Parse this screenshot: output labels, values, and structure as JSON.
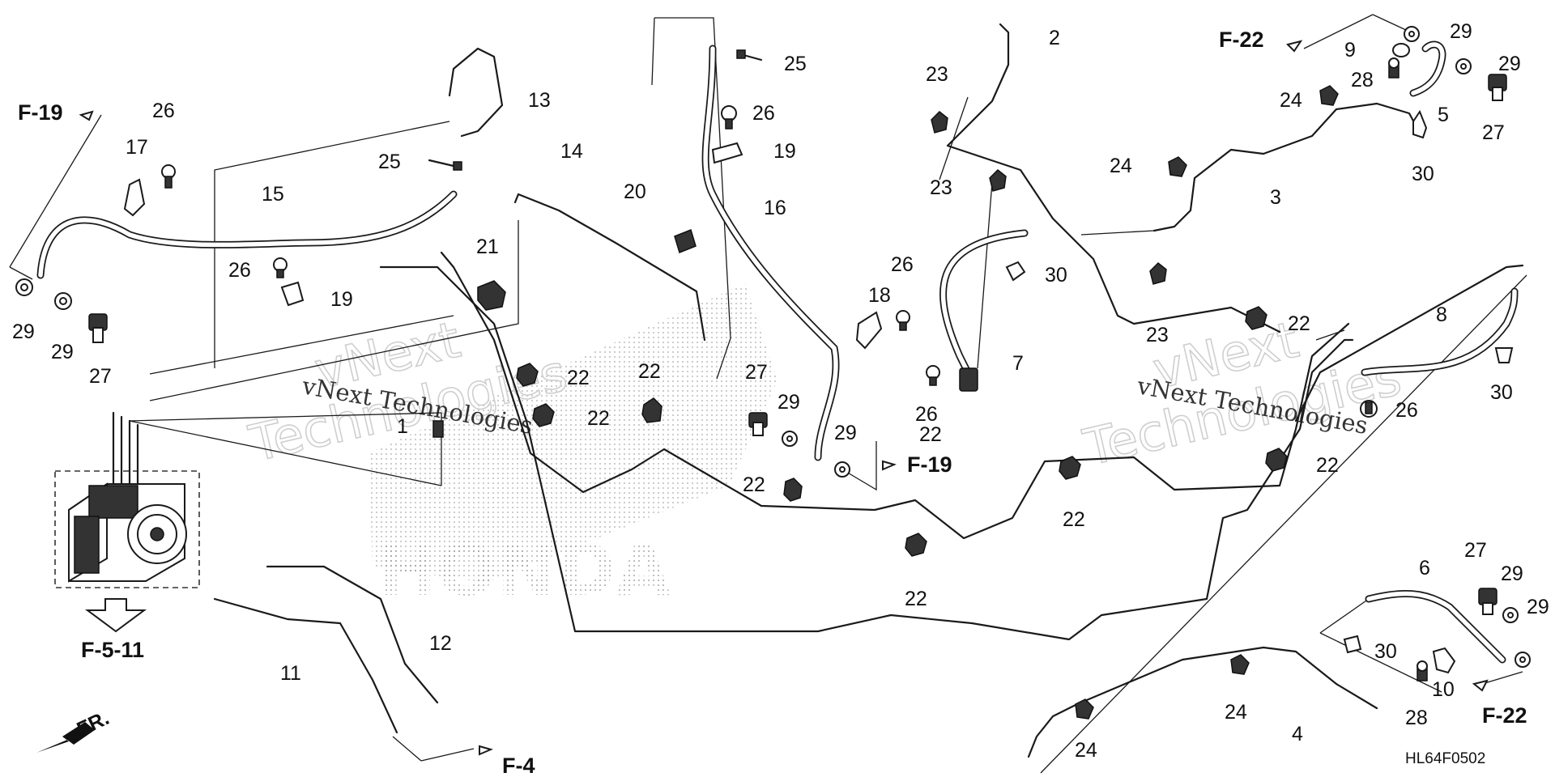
{
  "watermark": {
    "brand_line1": "vNext",
    "brand_line2": "Technologies",
    "caption": "vNext Technologies"
  },
  "diagram_code": "HL64F0502",
  "direction_label": "FR.",
  "ref_labels": {
    "f19_top_left": "F-19",
    "f19_center": "F-19",
    "f22_top": "F-22",
    "f22_bottom": "F-22",
    "f4": "F-4",
    "f511": "F-5-11"
  },
  "callouts": {
    "c1": "1",
    "c2": "2",
    "c3": "3",
    "c4": "4",
    "c5": "5",
    "c6": "6",
    "c7": "7",
    "c8": "8",
    "c9": "9",
    "c10": "10",
    "c11": "11",
    "c12": "12",
    "c13": "13",
    "c14": "14",
    "c15": "15",
    "c16": "16",
    "c17": "17",
    "c18": "18",
    "c19a": "19",
    "c19b": "19",
    "c20": "20",
    "c21": "21",
    "c22a": "22",
    "c22b": "22",
    "c22c": "22",
    "c22d": "22",
    "c22e": "22",
    "c22f": "22",
    "c22g": "22",
    "c22h": "22",
    "c22i": "22",
    "c23a": "23",
    "c23b": "23",
    "c23c": "23",
    "c24a": "24",
    "c24b": "24",
    "c24c": "24",
    "c24d": "24",
    "c25a": "25",
    "c25b": "25",
    "c26a": "26",
    "c26b": "26",
    "c26c": "26",
    "c26d": "26",
    "c26e": "26",
    "c26f": "26",
    "c27a": "27",
    "c27b": "27",
    "c27c": "27",
    "c27d": "27",
    "c28a": "28",
    "c28b": "28",
    "c29a": "29",
    "c29b": "29",
    "c29c": "29",
    "c29d": "29",
    "c29e": "29",
    "c29f": "29",
    "c29g": "29",
    "c29h": "29",
    "c30a": "30",
    "c30b": "30",
    "c30c": "30",
    "c30d": "30"
  }
}
